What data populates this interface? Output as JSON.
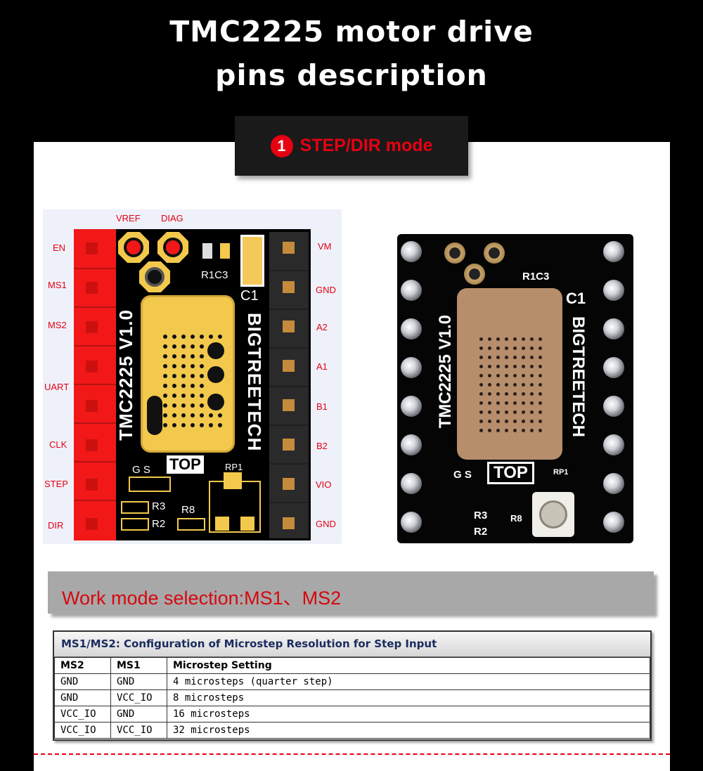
{
  "title": {
    "line1": "TMC2225 motor drive",
    "line2": "pins description"
  },
  "mode": {
    "number": "1",
    "label": "STEP/DIR mode",
    "accent": "#e60012"
  },
  "diagram": {
    "top_labels": [
      "VREF",
      "DIAG"
    ],
    "left_pins": [
      "EN",
      "MS1",
      "MS2",
      "UART",
      "CLK",
      "STEP",
      "DIR"
    ],
    "right_pins": [
      "VM",
      "GND",
      "A2",
      "A1",
      "B1",
      "B2",
      "VIO",
      "GND"
    ],
    "silk": {
      "chip": "TMC2225 V1.0",
      "brand": "BIGTREETECH",
      "r1c3": "R1C3",
      "c1": "C1",
      "top": "TOP",
      "gs": "G S",
      "rp1": "RP1",
      "r3": "R3",
      "r2": "R2",
      "r8": "R8"
    }
  },
  "photo": {
    "chip": "TMC2225 V1.0",
    "brand": "BIGTREETECH",
    "r1c3": "R1C3",
    "c1": "C1",
    "top": "TOP",
    "gs": "G S",
    "rp1": "RP1",
    "r3": "R3",
    "r2": "R2",
    "r8": "R8"
  },
  "work_mode": {
    "label": "Work mode selection:MS1、MS2"
  },
  "table": {
    "caption": "MS1/MS2: Configuration of Microstep Resolution for Step Input",
    "headers": [
      "MS2",
      "MS1",
      "Microstep Setting"
    ],
    "rows": [
      [
        "GND",
        "GND",
        "4 microsteps (quarter step)"
      ],
      [
        "GND",
        "VCC_IO",
        "8 microsteps"
      ],
      [
        "VCC_IO",
        "GND",
        "16 microsteps"
      ],
      [
        "VCC_IO",
        "VCC_IO",
        "32 microsteps"
      ]
    ]
  }
}
